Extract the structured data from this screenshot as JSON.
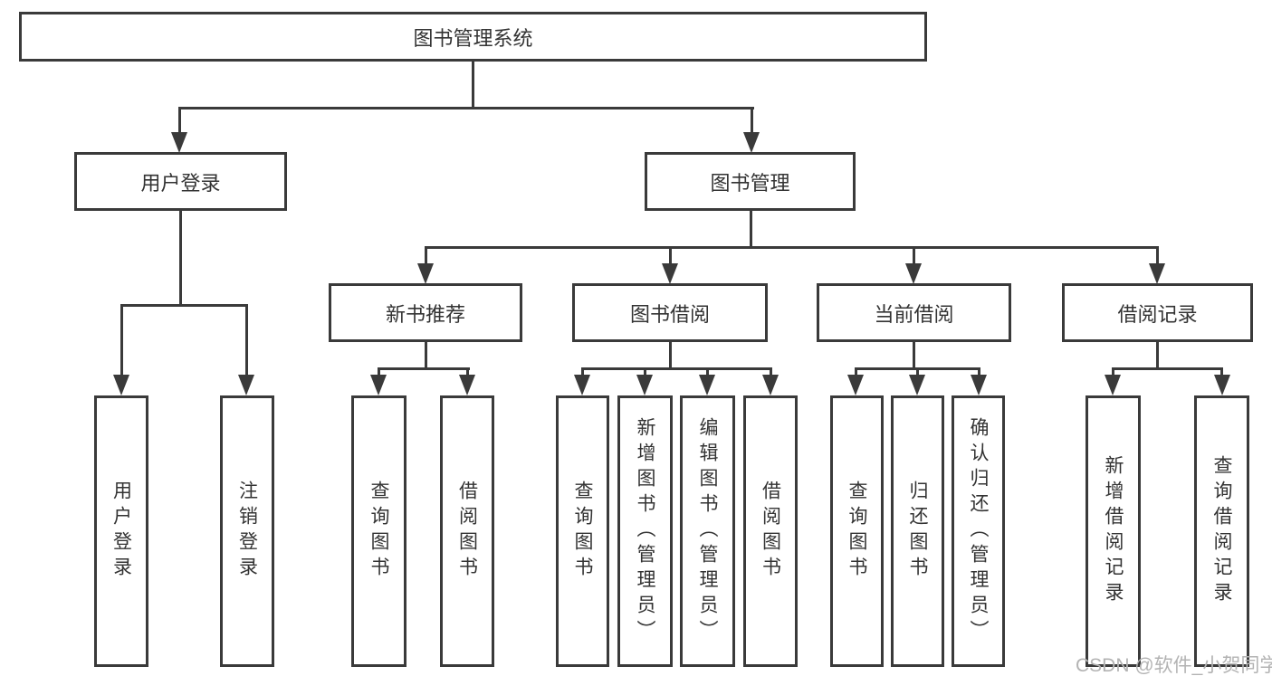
{
  "nodes": {
    "root": "图书管理系统",
    "user_login": "用户登录",
    "book_management": "图书管理",
    "new_book_recommend": "新书推荐",
    "book_borrowing": "图书借阅",
    "current_borrowing": "当前借阅",
    "borrowing_records": "借阅记录",
    "leaf_user_login": "用户登录",
    "leaf_logout": "注销登录",
    "nb_query_books": "查询图书",
    "nb_borrow_books": "借阅图书",
    "bb_query_books": "查询图书",
    "bb_add_books": "新增图书（管理员）",
    "bb_edit_books": "编辑图书（管理员）",
    "bb_borrow_books": "借阅图书",
    "cb_query_books": "查询图书",
    "cb_return_books": "归还图书",
    "cb_confirm_return": "确认归还（管理员）",
    "br_add_record": "新增借阅记录",
    "br_query_record": "查询借阅记录"
  },
  "watermark": "CSDN @软件_小贺同学",
  "colors": {
    "line": "#3a3a3a",
    "text": "#333333",
    "watermark": "#b3b3b3",
    "background": "#ffffff"
  }
}
